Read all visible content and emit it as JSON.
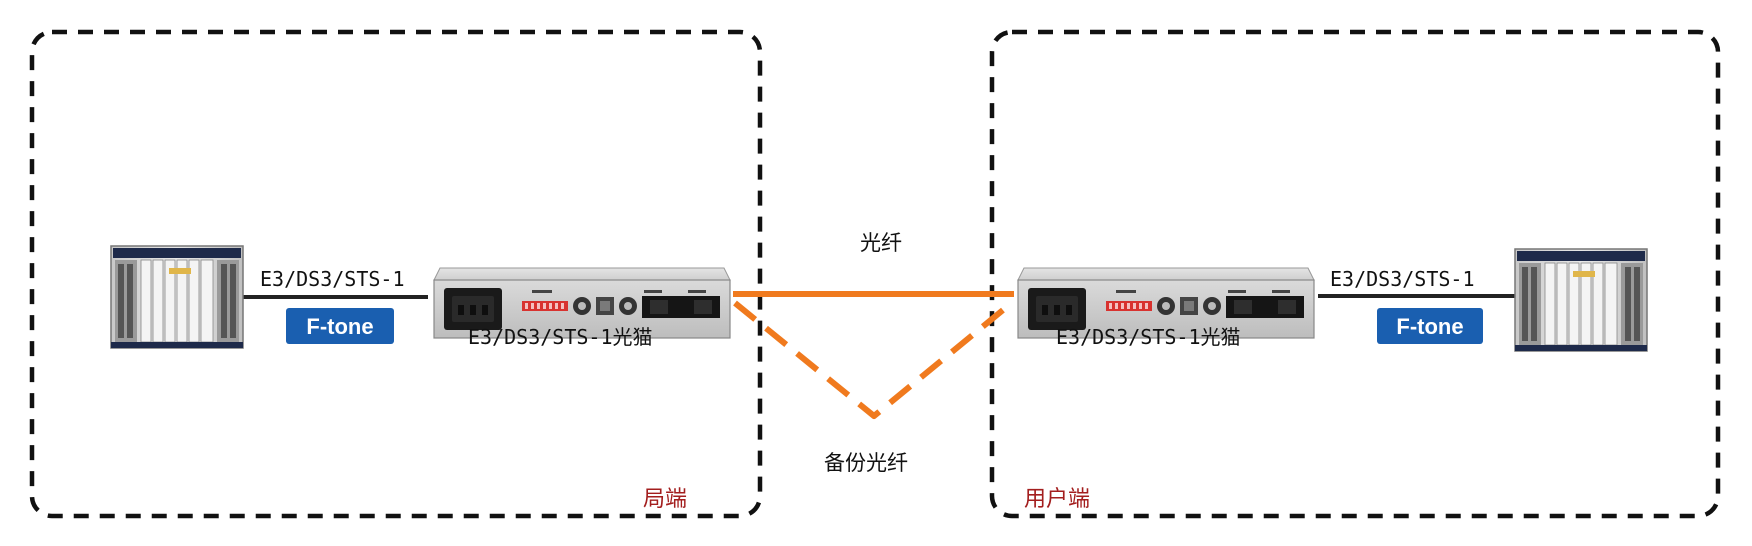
{
  "colors": {
    "fiber": "#f07a1e",
    "zone_label": "#a31e1e",
    "brand_bg": "#1a5fb0",
    "zone_border": "#111111"
  },
  "zones": {
    "left_label": "局端",
    "right_label": "用户端"
  },
  "links": {
    "left_interface": "E3/DS3/STS-1",
    "right_interface": "E3/DS3/STS-1",
    "fiber": "光纤",
    "backup_fiber": "备份光纤"
  },
  "devices": {
    "left_modem": "E3/DS3/STS-1光猫",
    "right_modem": "E3/DS3/STS-1光猫",
    "left_equipment": "telecom-chassis-icon",
    "right_equipment": "telecom-chassis-icon"
  },
  "brand": {
    "left": "F-tone",
    "right": "F-tone"
  }
}
